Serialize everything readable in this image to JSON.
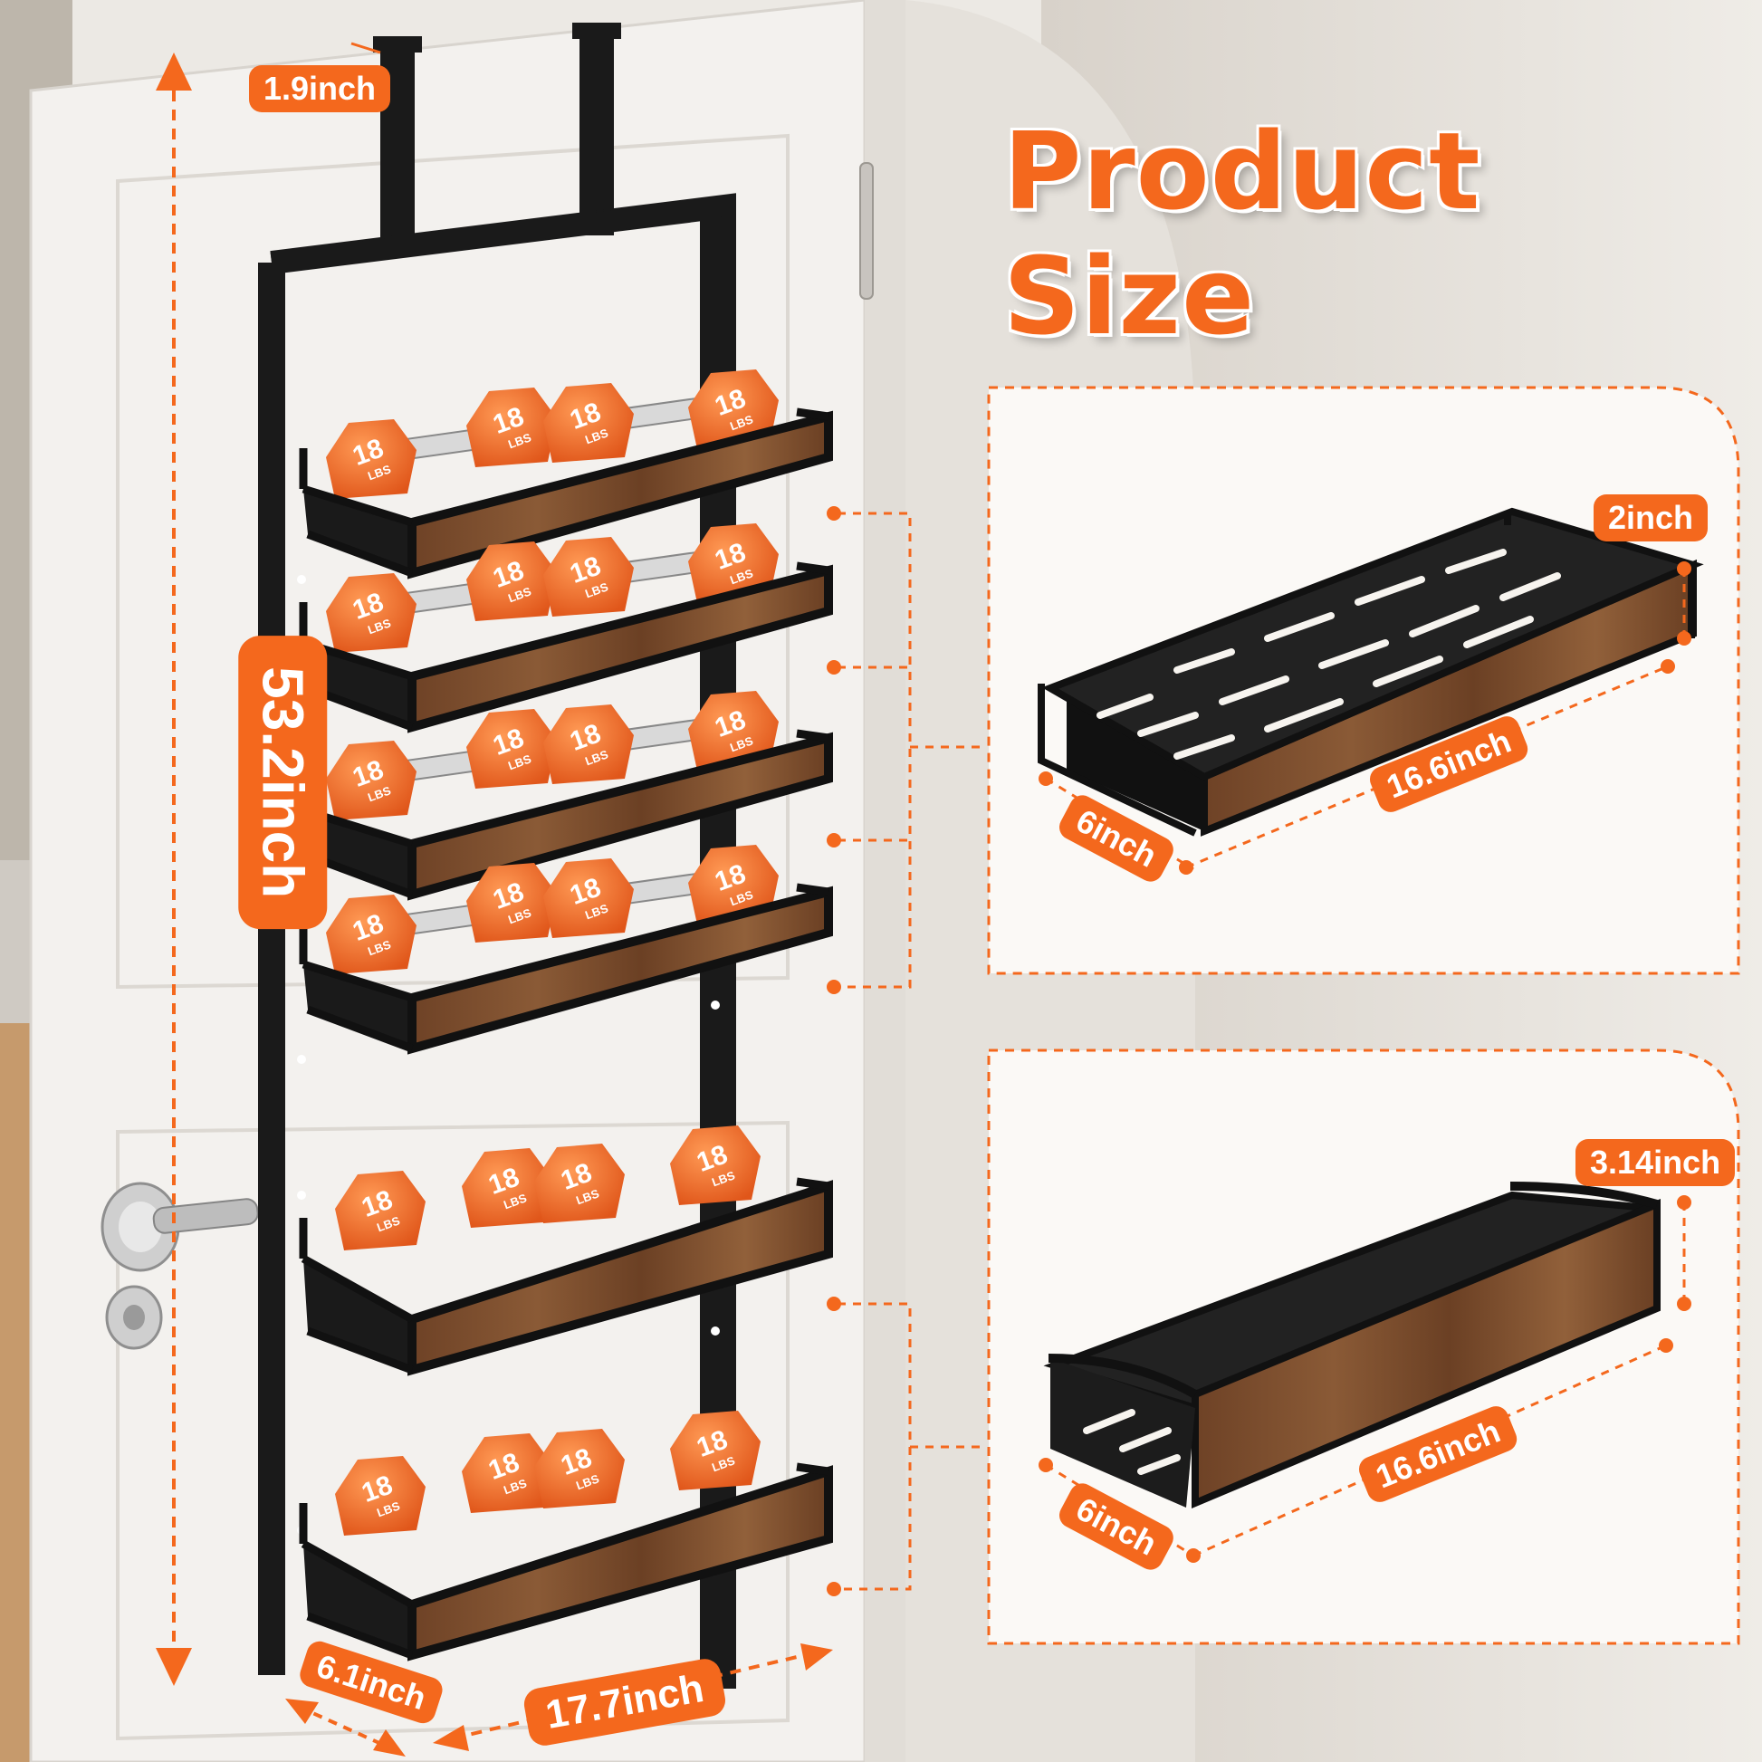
{
  "title": "Product Size",
  "main_rack": {
    "height_label": "53.2inch",
    "hook_width_label": "1.9inch",
    "depth_label": "6.1inch",
    "width_label": "17.7inch",
    "weight_label": "18",
    "weight_unit": "LBS"
  },
  "detail_top": {
    "height_label": "2inch",
    "length_label": "16.6inch",
    "depth_label": "6inch"
  },
  "detail_bottom": {
    "height_label": "3.14inch",
    "length_label": "16.6inch",
    "depth_label": "6inch"
  },
  "colors": {
    "accent": "#f4681d",
    "frame": "#1a1a1a",
    "wood": "#7a4a2a",
    "door": "#f3f1ee"
  }
}
